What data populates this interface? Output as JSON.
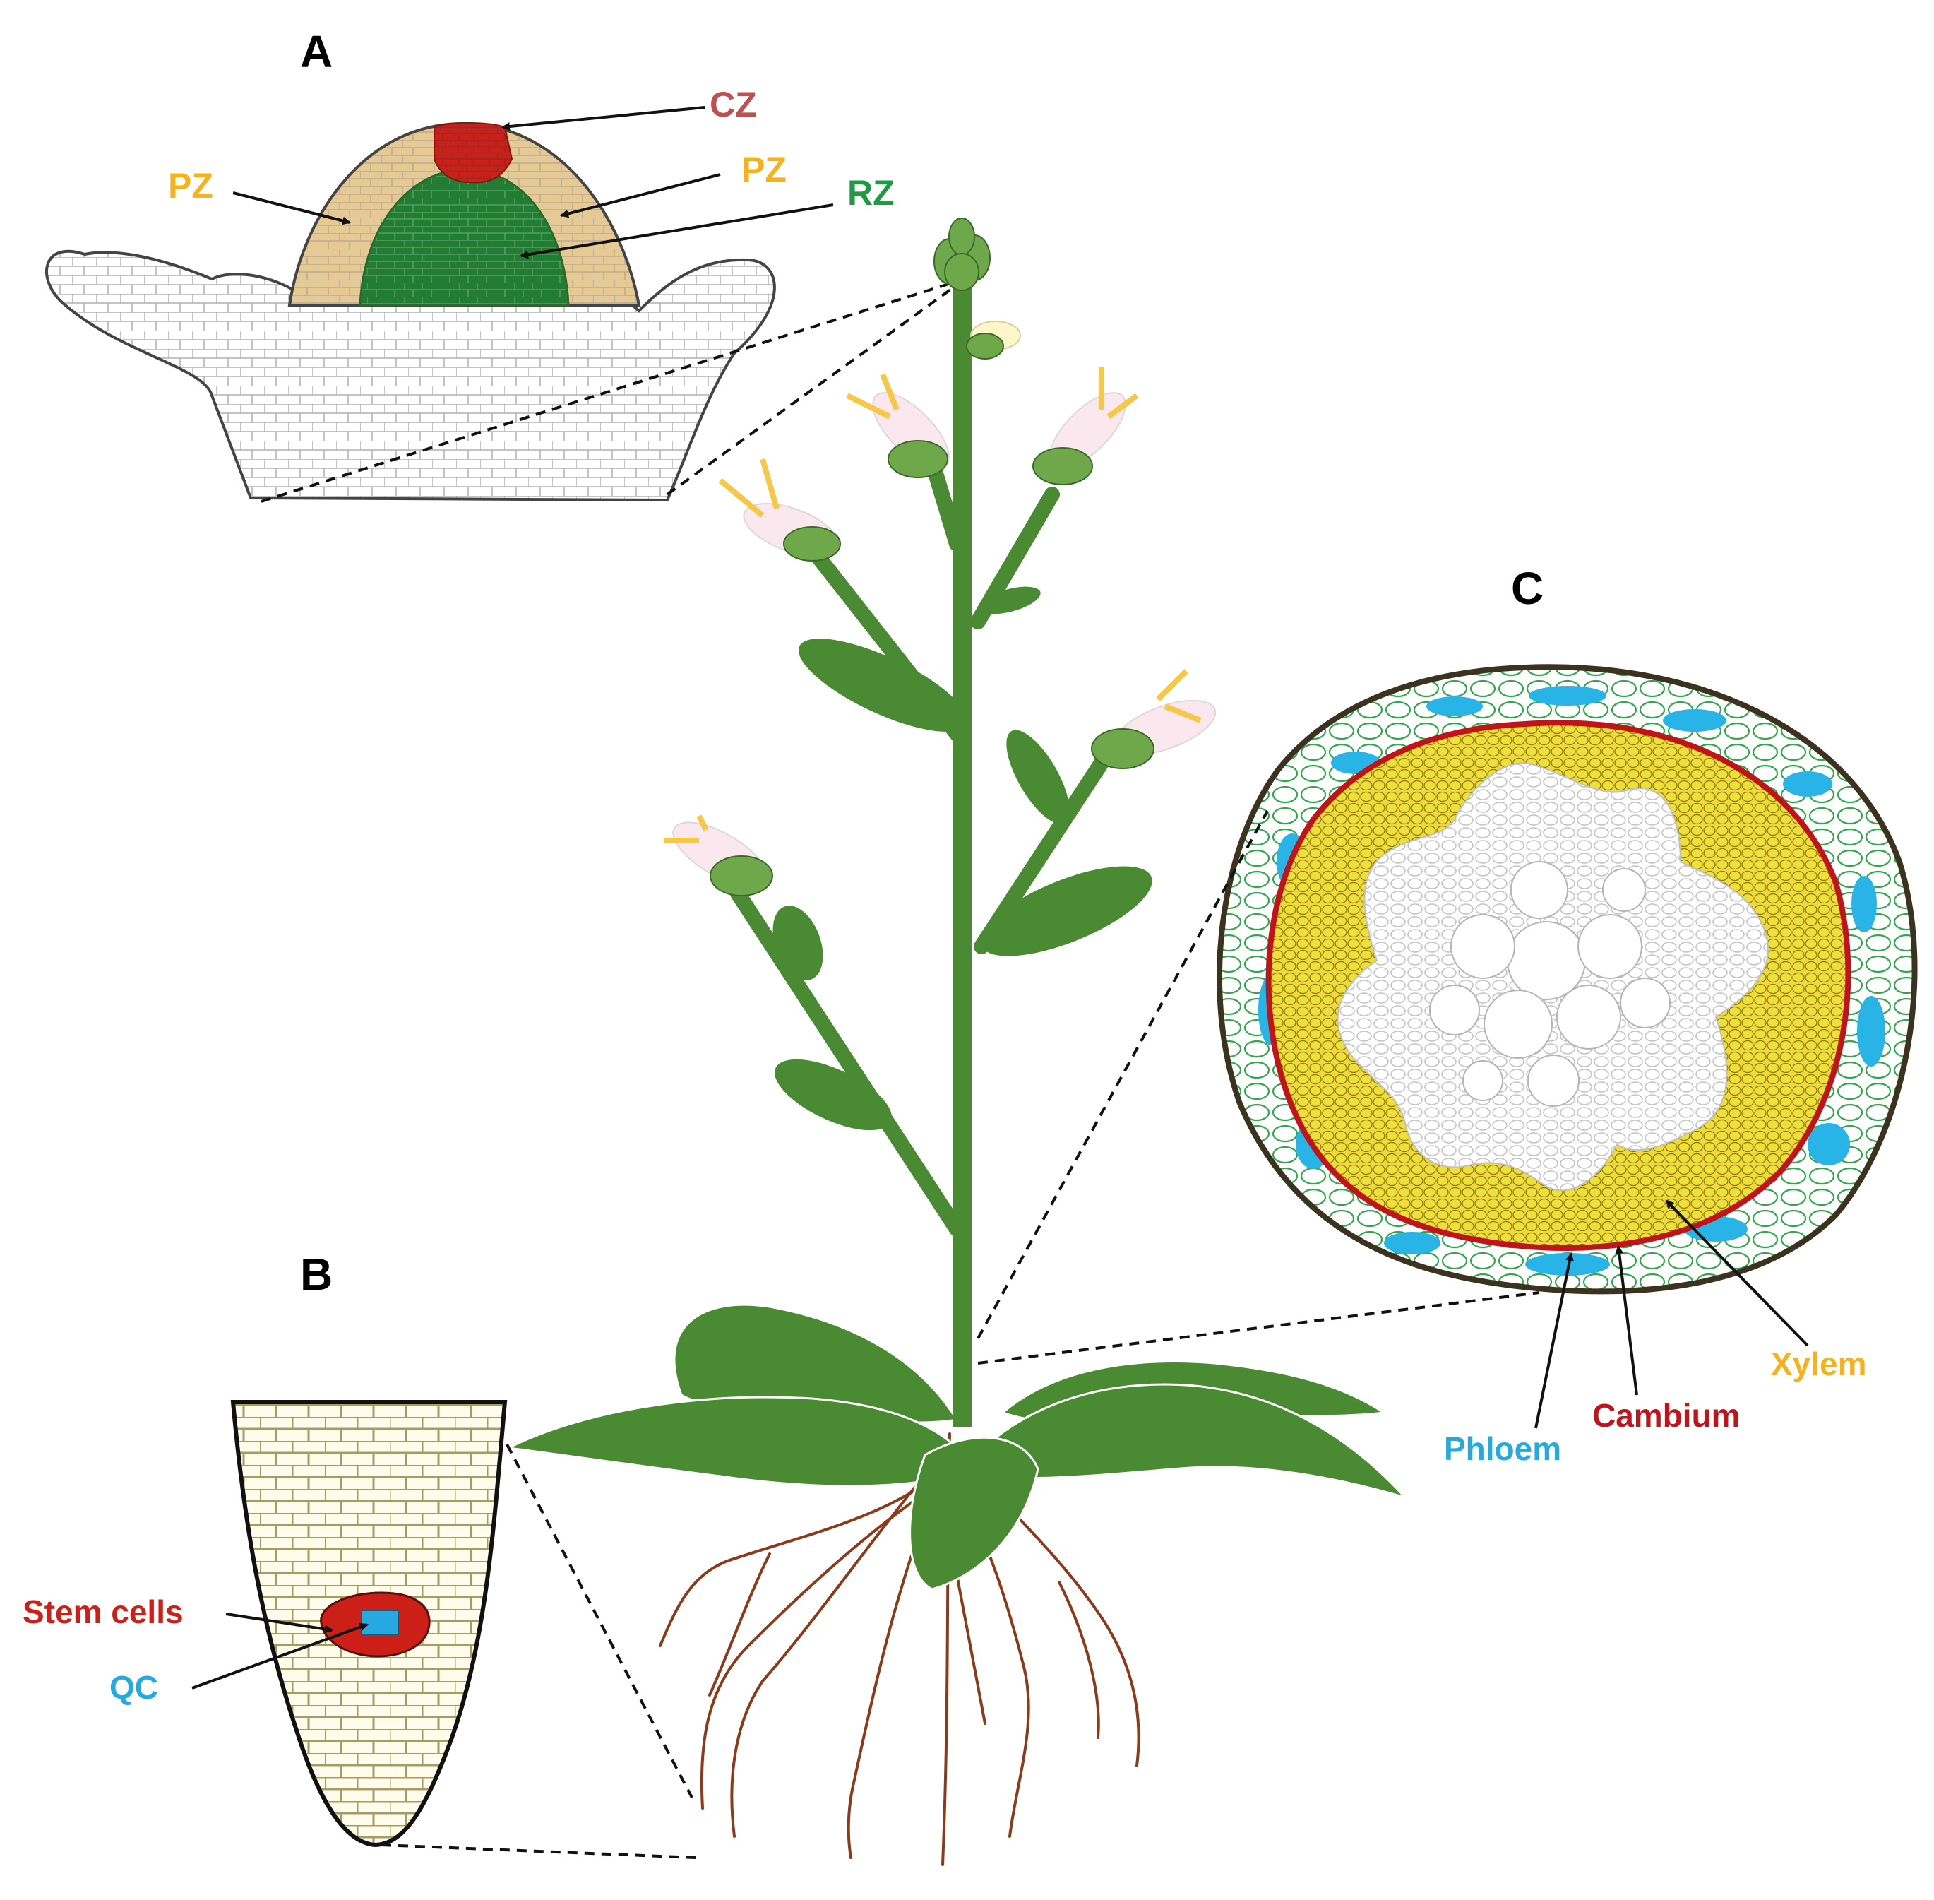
{
  "panels": {
    "A": {
      "letter": "A",
      "labels": {
        "cz": "CZ",
        "pz_left": "PZ",
        "pz_right": "PZ",
        "rz": "RZ"
      }
    },
    "B": {
      "letter": "B",
      "labels": {
        "stem_cells": "Stem cells",
        "qc": "QC"
      }
    },
    "C": {
      "letter": "C",
      "labels": {
        "xylem": "Xylem",
        "cambium": "Cambium",
        "phloem": "Phloem"
      }
    }
  },
  "colors": {
    "cz": "#cc1f17",
    "pz": "#e8c98f",
    "pz_text": "#f5b21c",
    "rz": "#1e7f31",
    "rz_text": "#1f9c43",
    "cz_text": "#c0504d",
    "stem_cells": "#cc1f17",
    "qc": "#26a9e0",
    "xylem": "#f0d93a",
    "xylem_text": "#f5b21c",
    "cambium": "#c0141b",
    "phloem": "#29b4e8",
    "plant_green": "#4a8a32",
    "root_brown": "#8b3a1a",
    "root_cells": "#a89a63"
  }
}
